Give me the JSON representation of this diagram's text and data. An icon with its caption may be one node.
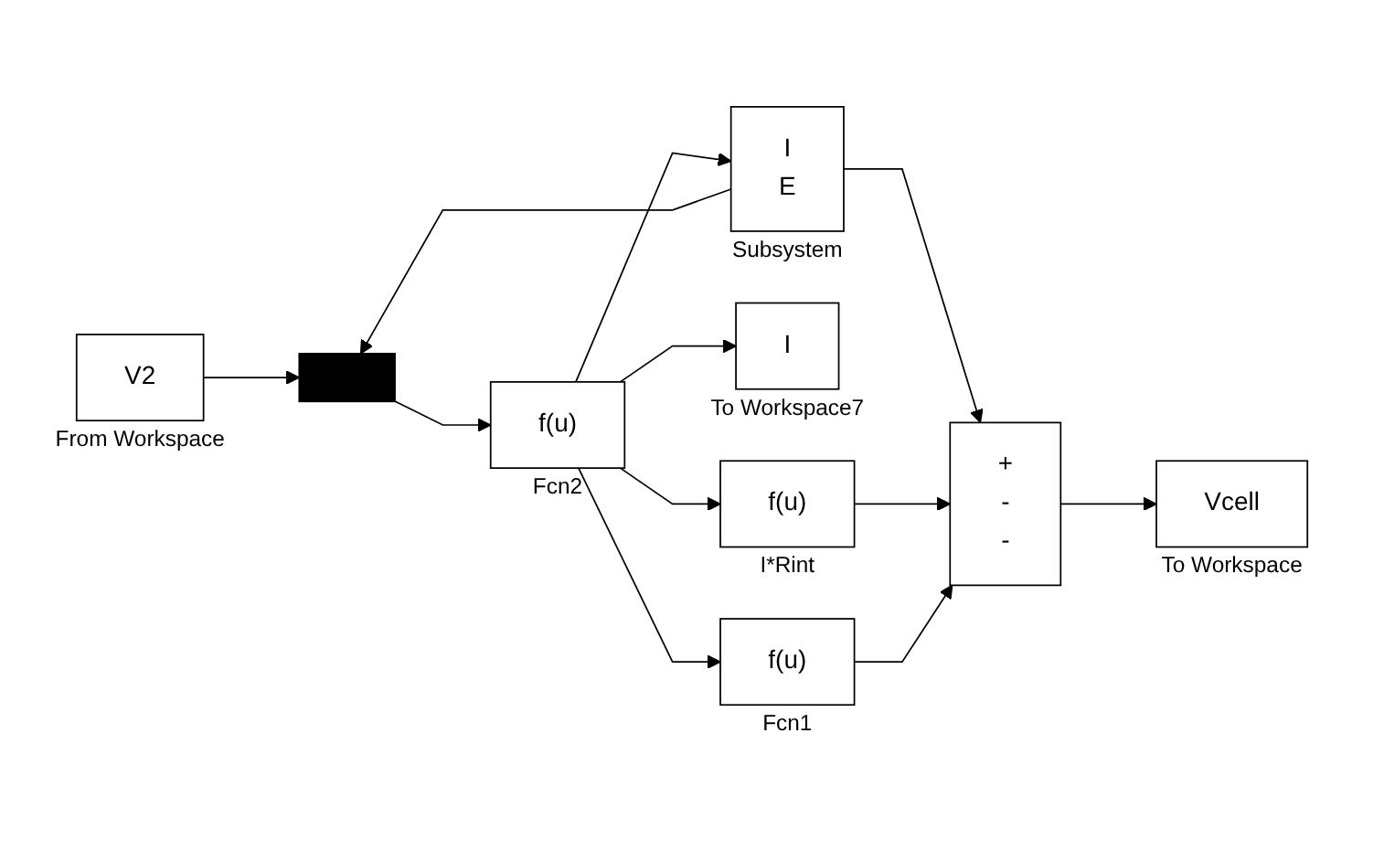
{
  "diagram": {
    "nodes": [
      {
        "text": [
          "V2"
        ],
        "beside": [
          "From Workspace"
        ]
      },
      {
        "text": [
          "I",
          "E"
        ],
        "beside": [
          "Subsystem"
        ]
      },
      {
        "text": [],
        "shape": "bar"
      },
      {
        "text": [
          "f(u)"
        ],
        "beside": [
          "Fcn2"
        ]
      },
      {
        "text": [
          "I"
        ],
        "beside": [
          "To Workspace7"
        ]
      },
      {
        "text": [
          "f(u)"
        ],
        "beside": [
          "I*Rint"
        ]
      },
      {
        "text": [
          "+",
          "-",
          "-"
        ]
      },
      {
        "text": [
          "Vcell"
        ],
        "beside": [
          "To Workspace"
        ]
      },
      {
        "text": [
          "f(u)"
        ],
        "beside": [
          "Fcn1"
        ]
      }
    ],
    "edges": [
      {
        "from": 0,
        "to": 2,
        "arrow": "to"
      },
      {
        "from": 1,
        "to": 2,
        "arrow": "to"
      },
      {
        "from": 1,
        "to": 6,
        "arrow": "to"
      },
      {
        "from": 2,
        "to": 3,
        "arrow": "to"
      },
      {
        "from": 3,
        "to": 4,
        "arrow": "to"
      },
      {
        "from": 3,
        "to": 1,
        "arrow": "to"
      },
      {
        "from": 3,
        "to": 5,
        "arrow": "to"
      },
      {
        "from": 3,
        "to": 8,
        "arrow": "to"
      },
      {
        "from": 5,
        "to": 6,
        "arrow": "to"
      },
      {
        "from": 8,
        "to": 6,
        "arrow": "to"
      },
      {
        "from": 6,
        "to": 7,
        "arrow": "to"
      }
    ]
  }
}
